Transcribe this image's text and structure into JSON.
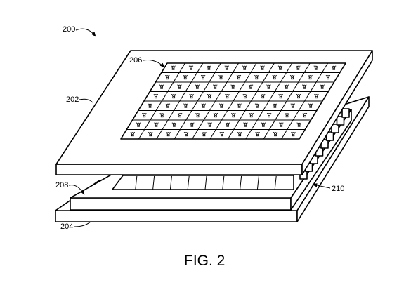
{
  "figure": {
    "caption": "FIG. 2",
    "ref_assembly": "200",
    "ref_top_panel": "202",
    "ref_bottom_panel": "204",
    "ref_light_array": "206",
    "ref_base_layer": "208",
    "ref_connectors": "210"
  },
  "grid": {
    "rows": 8,
    "cols": 10
  },
  "colors": {
    "line": "#000000",
    "background": "#ffffff"
  }
}
